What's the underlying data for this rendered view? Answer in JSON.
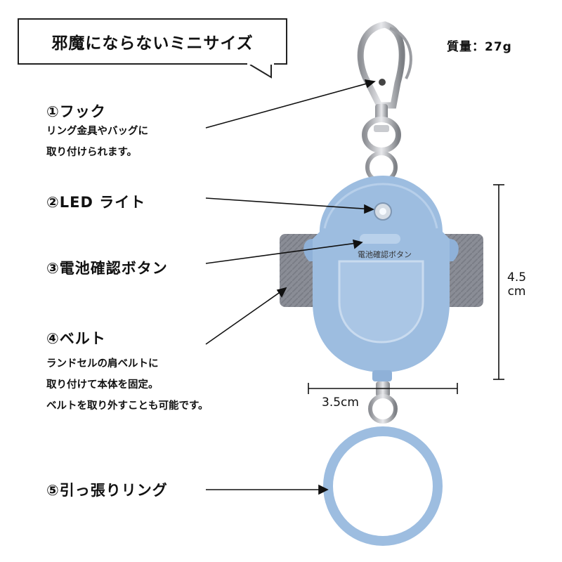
{
  "header": {
    "title": "邪魔にならないミニサイズ",
    "weight": "質量：27g"
  },
  "parts": {
    "hook": {
      "title": "①フック",
      "desc": [
        "リング金具やバッグに",
        "取り付けられます。"
      ]
    },
    "led": {
      "title": "②LED ライト"
    },
    "battery": {
      "title": "③電池確認ボタン"
    },
    "belt": {
      "title": "④ベルト",
      "desc": [
        "ランドセルの肩ベルトに",
        "取り付けて本体を固定。",
        "ベルトを取り外すことも可能です。"
      ]
    },
    "ring": {
      "title": "⑤引っ張りリング"
    }
  },
  "device": {
    "button_label": "電池確認ボタン",
    "body_color": "#9dbde0",
    "belt_color": "#8a8d96"
  },
  "dimensions": {
    "height_value": "4.5",
    "height_unit": "cm",
    "width": "3.5cm"
  }
}
